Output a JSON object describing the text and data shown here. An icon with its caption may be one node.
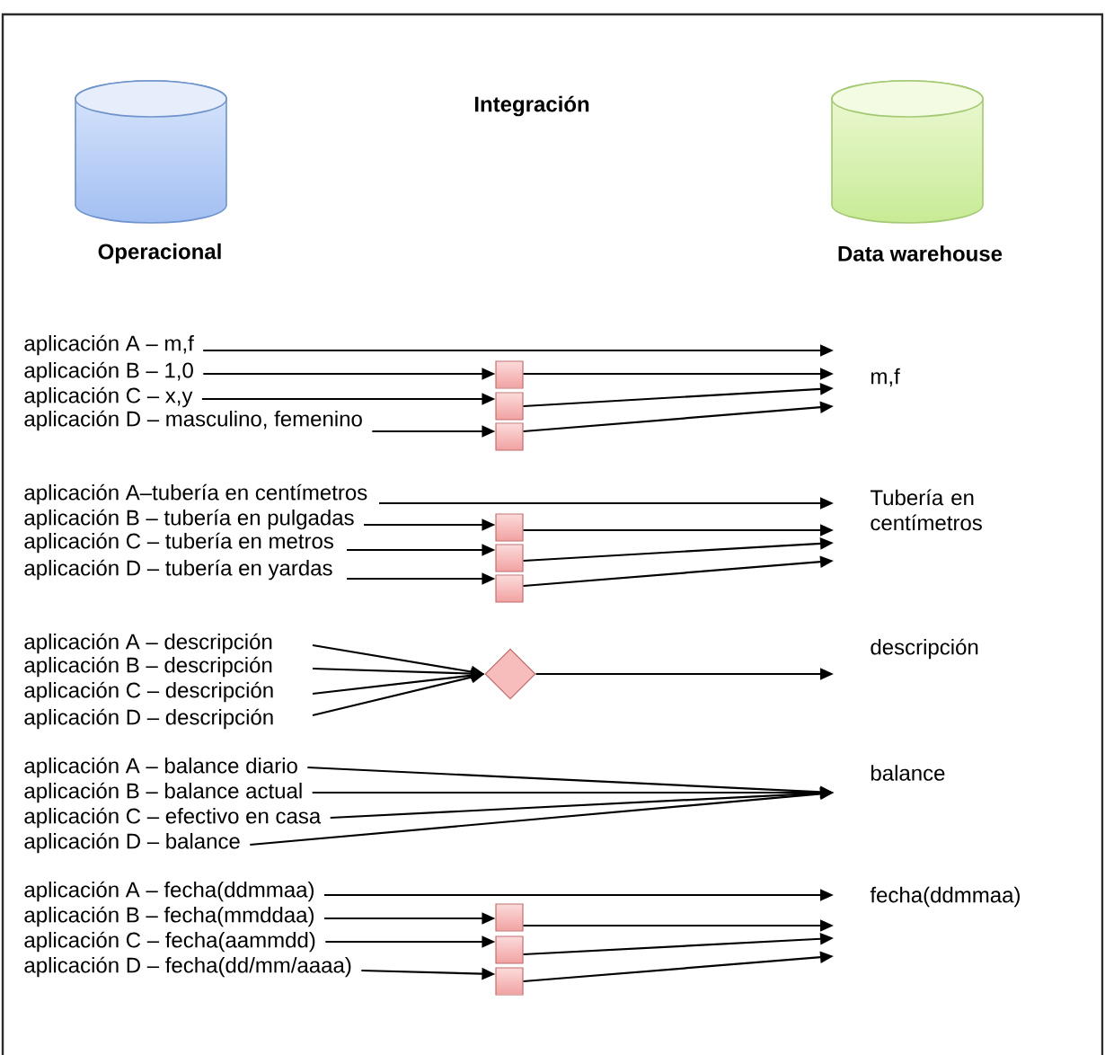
{
  "diagram": {
    "nodes": [
      {
        "text": [
          "Operacional"
        ]
      },
      {
        "text": [
          "Data warehouse"
        ]
      },
      {
        "text": [
          "aplicación A – m,f"
        ]
      },
      {
        "text": [
          "aplicación B – 1,0"
        ]
      },
      {
        "text": [
          "aplicación C – x,y"
        ]
      },
      {
        "text": [
          "aplicación D – masculino, femenino"
        ]
      },
      {
        "text": [],
        "shape": "box"
      },
      {
        "text": [],
        "shape": "box"
      },
      {
        "text": [],
        "shape": "box"
      },
      {
        "text": [
          "m,f"
        ]
      },
      {
        "text": [
          "aplicación A–tubería en centímetros"
        ]
      },
      {
        "text": [
          "aplicación B – tubería en pulgadas"
        ]
      },
      {
        "text": [
          "aplicación C – tubería en metros"
        ]
      },
      {
        "text": [
          "aplicación D – tubería en yardas"
        ]
      },
      {
        "text": [],
        "shape": "box"
      },
      {
        "text": [],
        "shape": "box"
      },
      {
        "text": [],
        "shape": "box"
      },
      {
        "text": [
          "Tubería en centímetros"
        ]
      },
      {
        "text": [
          "aplicación A – descripción"
        ]
      },
      {
        "text": [
          "aplicación B – descripción"
        ]
      },
      {
        "text": [
          "aplicación C – descripción"
        ]
      },
      {
        "text": [
          "aplicación D – descripción"
        ]
      },
      {
        "text": [],
        "shape": "diamond"
      },
      {
        "text": [
          "descripción"
        ]
      },
      {
        "text": [
          "aplicación A – balance diario"
        ]
      },
      {
        "text": [
          "aplicación B – balance actual"
        ]
      },
      {
        "text": [
          "aplicación C – efectivo en casa"
        ]
      },
      {
        "text": [
          "aplicación D – balance"
        ]
      },
      {
        "text": [
          "balance"
        ]
      },
      {
        "text": [
          "aplicación A – fecha(ddmmaa)"
        ]
      },
      {
        "text": [
          "aplicación B – fecha(mmddaa)"
        ]
      },
      {
        "text": [
          "aplicación C – fecha(aammdd)"
        ]
      },
      {
        "text": [
          "aplicación D – fecha(dd/mm/aaaa)"
        ]
      },
      {
        "text": [],
        "shape": "box"
      },
      {
        "text": [],
        "shape": "box"
      },
      {
        "text": [],
        "shape": "box"
      },
      {
        "text": [
          "fecha(ddmmaa)"
        ]
      }
    ],
    "edges": [
      {
        "from": 2,
        "to": 9,
        "arrow": "to"
      },
      {
        "from": 3,
        "to": 6,
        "arrow": "to"
      },
      {
        "from": 4,
        "to": 7,
        "arrow": "to"
      },
      {
        "from": 5,
        "to": 8,
        "arrow": "to"
      },
      {
        "from": 6,
        "to": 9,
        "arrow": "to"
      },
      {
        "from": 7,
        "to": 9,
        "arrow": "to"
      },
      {
        "from": 8,
        "to": 9,
        "arrow": "to"
      },
      {
        "from": 10,
        "to": 17,
        "arrow": "to"
      },
      {
        "from": 11,
        "to": 14,
        "arrow": "to"
      },
      {
        "from": 12,
        "to": 15,
        "arrow": "to"
      },
      {
        "from": 13,
        "to": 16,
        "arrow": "to"
      },
      {
        "from": 14,
        "to": 17,
        "arrow": "to"
      },
      {
        "from": 15,
        "to": 17,
        "arrow": "to"
      },
      {
        "from": 16,
        "to": 17,
        "arrow": "to"
      },
      {
        "from": 18,
        "to": 22,
        "arrow": "to"
      },
      {
        "from": 19,
        "to": 22,
        "arrow": "to"
      },
      {
        "from": 20,
        "to": 22,
        "arrow": "to"
      },
      {
        "from": 21,
        "to": 22,
        "arrow": "to"
      },
      {
        "from": 22,
        "to": 23,
        "arrow": "to"
      },
      {
        "from": 24,
        "to": 28,
        "arrow": "to"
      },
      {
        "from": 25,
        "to": 28,
        "arrow": "to"
      },
      {
        "from": 26,
        "to": 28,
        "arrow": "to"
      },
      {
        "from": 27,
        "to": 28,
        "arrow": "to"
      },
      {
        "from": 29,
        "to": 36,
        "arrow": "to"
      },
      {
        "from": 30,
        "to": 33,
        "arrow": "to"
      },
      {
        "from": 31,
        "to": 34,
        "arrow": "to"
      },
      {
        "from": 32,
        "to": 35,
        "arrow": "to"
      },
      {
        "from": 33,
        "to": 36,
        "arrow": "to"
      },
      {
        "from": 34,
        "to": 36,
        "arrow": "to"
      },
      {
        "from": 35,
        "to": 36,
        "arrow": "to"
      }
    ],
    "labels": [
      "Integración"
    ]
  }
}
